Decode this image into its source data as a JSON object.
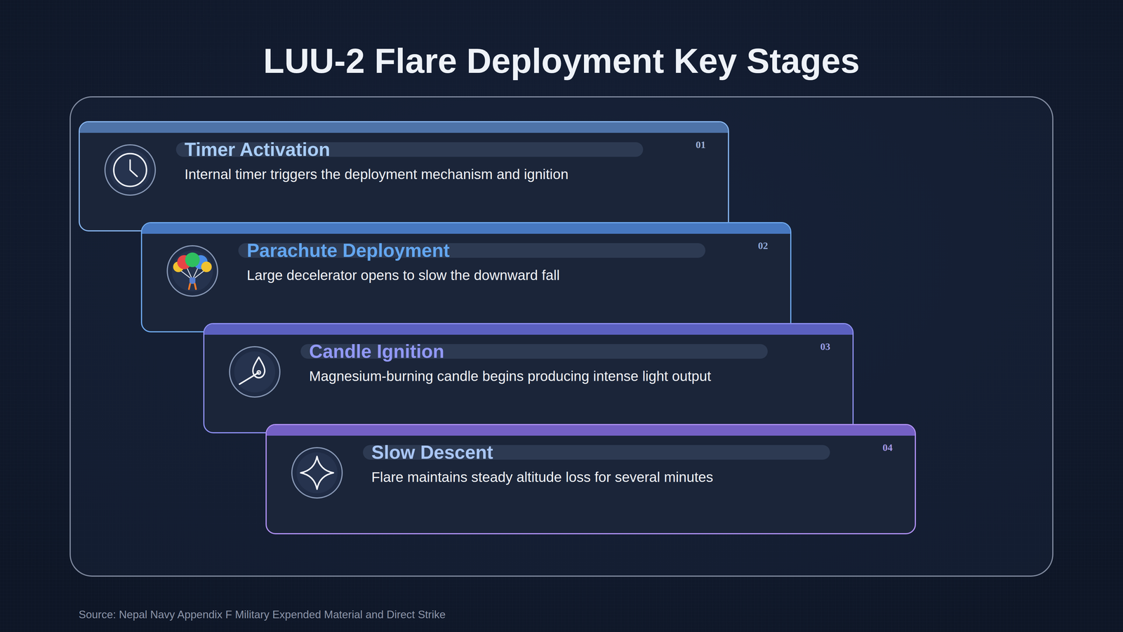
{
  "diagram": {
    "title": "LUU-2 Flare Deployment Key Stages",
    "caption": "Source: Nepal Navy Appendix F Military Expended Material and Direct Strike",
    "nodes": [
      {
        "text": [
          "Timer Activation",
          "Internal timer triggers the deployment mechanism and ignition",
          "01"
        ]
      },
      {
        "text": [
          "Parachute Deployment",
          "Large decelerator opens to slow the downward fall",
          "02"
        ]
      },
      {
        "text": [
          "Candle Ignition",
          "Magnesium-burning candle begins producing intense light output",
          "03"
        ]
      },
      {
        "text": [
          "Slow Descent",
          "Flare maintains steady altitude loss for several minutes",
          "04"
        ]
      }
    ]
  }
}
